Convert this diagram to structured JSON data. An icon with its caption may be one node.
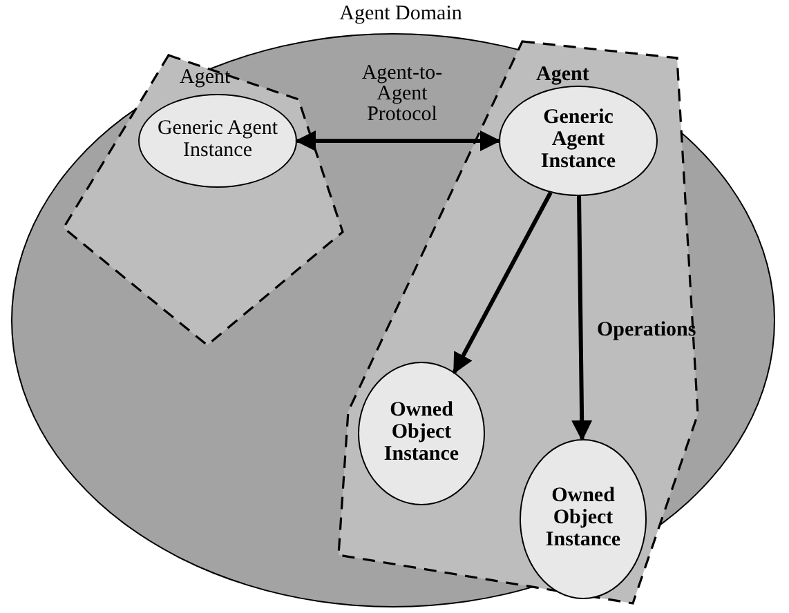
{
  "diagram": {
    "nodes": [
      {
        "text": [
          "Agent Domain"
        ]
      },
      {
        "text": [
          "Agent"
        ],
        "in": 0
      },
      {
        "text": [
          "Generic Agent Instance"
        ],
        "in": 1
      },
      {
        "text": [
          "Agent"
        ],
        "in": 0
      },
      {
        "text": [
          "Generic Agent Instance"
        ],
        "in": 3
      },
      {
        "text": [
          "Owned Object Instance"
        ],
        "in": 3
      },
      {
        "text": [
          "Owned Object Instance"
        ],
        "in": 3
      }
    ],
    "edges": [
      {
        "from": 2,
        "to": 4,
        "arrow": "both",
        "label": "Agent-to-Agent Protocol"
      },
      {
        "from": 4,
        "to": 5,
        "arrow": "to"
      },
      {
        "from": 4,
        "to": 6,
        "arrow": "to"
      }
    ],
    "labels": [
      "Operations"
    ]
  }
}
